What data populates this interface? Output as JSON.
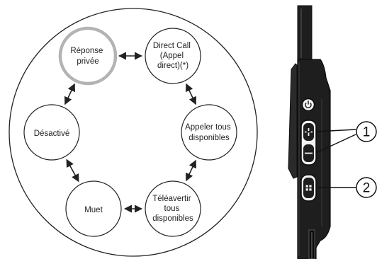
{
  "diagram": {
    "nodes": [
      {
        "id": "private-reply",
        "lines": [
          "Réponse",
          "privée"
        ],
        "highlighted": true
      },
      {
        "id": "direct-call",
        "lines": [
          "Direct Call",
          "(Appel",
          "direct)(*)"
        ],
        "highlighted": false
      },
      {
        "id": "call-all-available",
        "lines": [
          "Appeler tous",
          "disponibles"
        ],
        "highlighted": false
      },
      {
        "id": "alert-all-available",
        "lines": [
          "Téléavertir",
          "tous",
          "disponibles"
        ],
        "highlighted": false
      },
      {
        "id": "mute",
        "lines": [
          "Muet"
        ],
        "highlighted": false
      },
      {
        "id": "disabled",
        "lines": [
          "Désactivé"
        ],
        "highlighted": false
      }
    ],
    "cycle": [
      "private-reply",
      "direct-call",
      "call-all-available",
      "alert-all-available",
      "mute",
      "disabled"
    ],
    "connector": "bidirectional-arrow"
  },
  "device": {
    "callouts": [
      {
        "label": "1",
        "target": "volume-buttons"
      },
      {
        "label": "2",
        "target": "function-button"
      }
    ]
  },
  "colors": {
    "stroke": "#222222",
    "highlight_ring": "#b3b3b3",
    "device_body": "#1e1e1e",
    "device_dark": "#0c0c0c",
    "button_face": "#f2f2f2"
  }
}
